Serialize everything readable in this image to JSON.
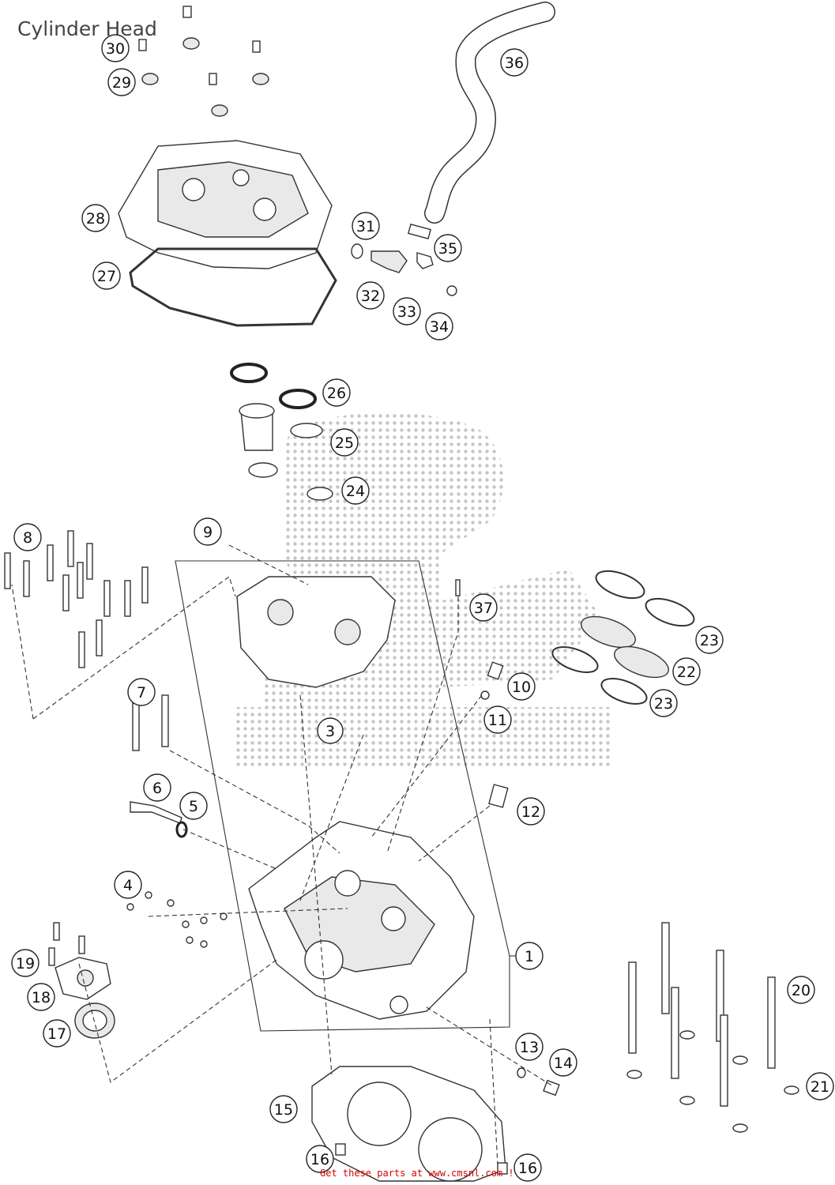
{
  "page": {
    "title": "Cylinder Head",
    "footer": "Get these parts at www.cmsnl.com !"
  },
  "callouts": [
    {
      "label": "1"
    },
    {
      "label": "3"
    },
    {
      "label": "4"
    },
    {
      "label": "5"
    },
    {
      "label": "6"
    },
    {
      "label": "7"
    },
    {
      "label": "8"
    },
    {
      "label": "9"
    },
    {
      "label": "10"
    },
    {
      "label": "11"
    },
    {
      "label": "12"
    },
    {
      "label": "13"
    },
    {
      "label": "14"
    },
    {
      "label": "15"
    },
    {
      "label": "16"
    },
    {
      "label": "16"
    },
    {
      "label": "17"
    },
    {
      "label": "18"
    },
    {
      "label": "19"
    },
    {
      "label": "20"
    },
    {
      "label": "21"
    },
    {
      "label": "22"
    },
    {
      "label": "23"
    },
    {
      "label": "23"
    },
    {
      "label": "24"
    },
    {
      "label": "25"
    },
    {
      "label": "26"
    },
    {
      "label": "27"
    },
    {
      "label": "28"
    },
    {
      "label": "29"
    },
    {
      "label": "30"
    },
    {
      "label": "31"
    },
    {
      "label": "32"
    },
    {
      "label": "33"
    },
    {
      "label": "34"
    },
    {
      "label": "35"
    },
    {
      "label": "36"
    },
    {
      "label": "37"
    }
  ],
  "colors": {
    "line": "#333333",
    "footer_text": "#d40000",
    "watermark": "#bbbbbb"
  }
}
